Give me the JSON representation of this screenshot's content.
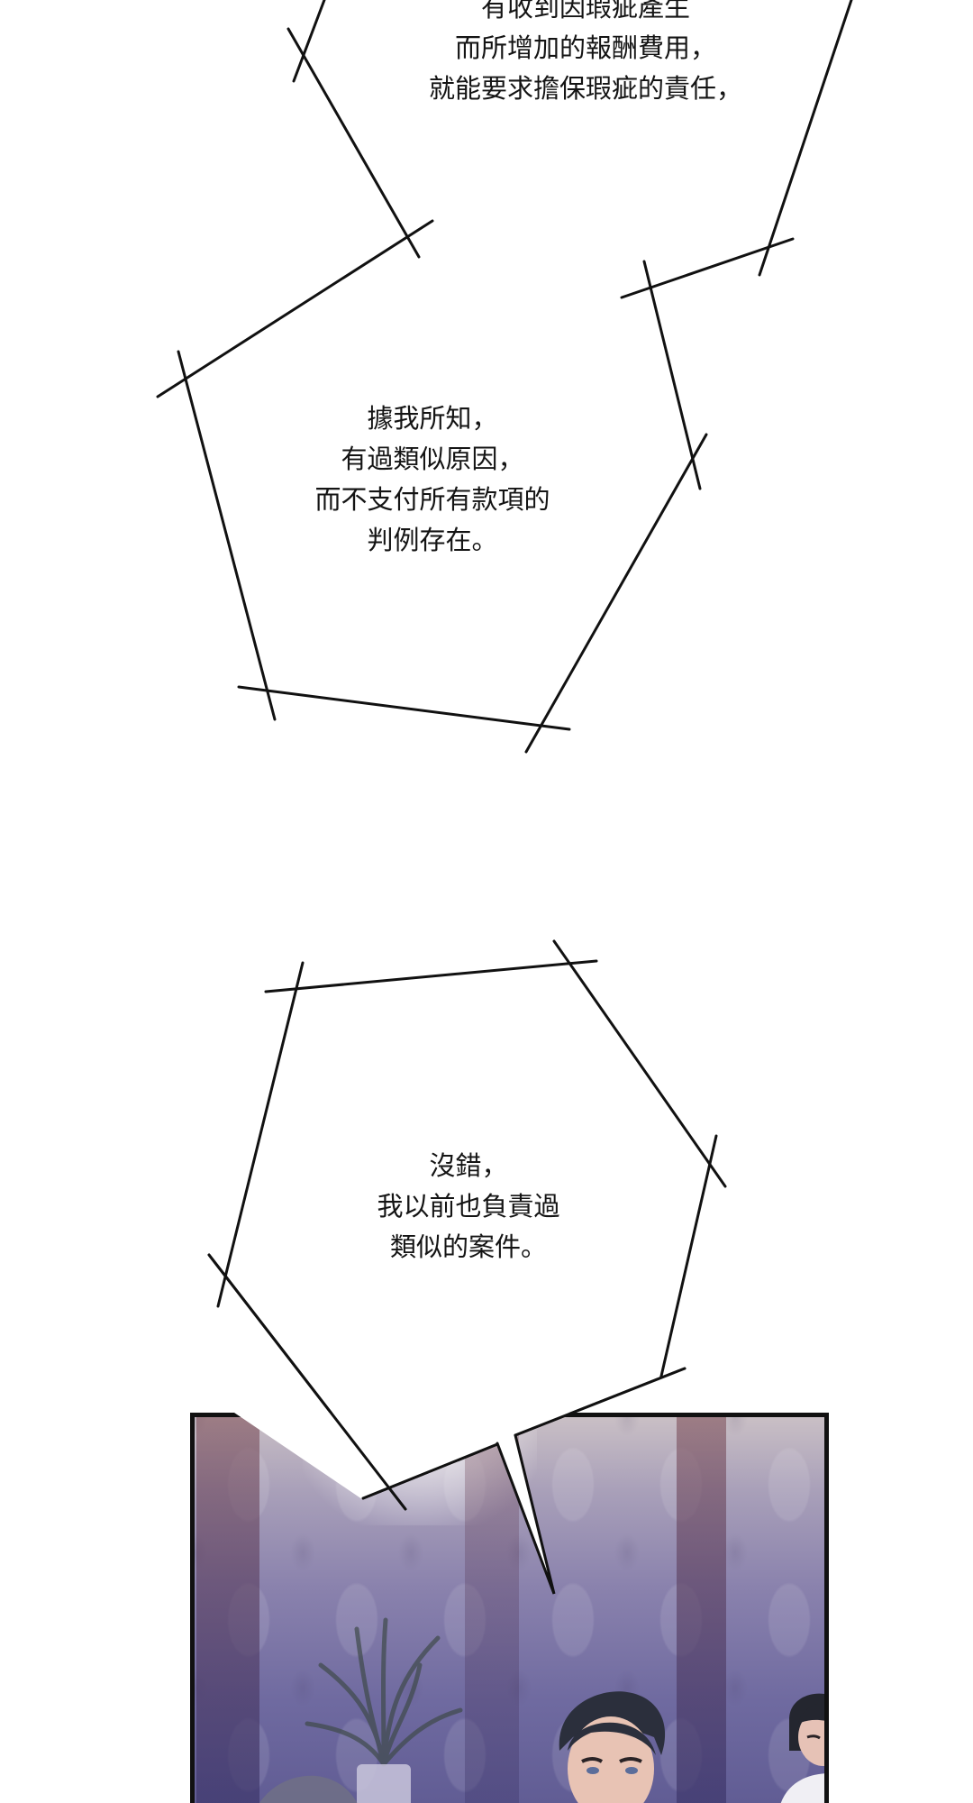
{
  "bubbles": [
    {
      "lines": [
        "有收到因瑕疵產生",
        "而所增加的報酬費用，",
        "就能要求擔保瑕疵的責任，"
      ]
    },
    {
      "lines": [
        "據我所知，",
        "有過類似原因，",
        "而不支付所有款項的",
        "判例存在。"
      ]
    },
    {
      "lines": [
        "沒錯，",
        "我以前也負責過",
        "類似的案件。"
      ]
    }
  ],
  "colors": {
    "bubble_stroke": "#111111",
    "text": "#141414",
    "panel_border": "#111111",
    "panel_wall": "#7d76a8"
  },
  "panel": {
    "icons": [
      "potted-plant-icon",
      "man-in-suit-icon",
      "man-in-suit-icon",
      "person-silhouette-icon"
    ]
  }
}
